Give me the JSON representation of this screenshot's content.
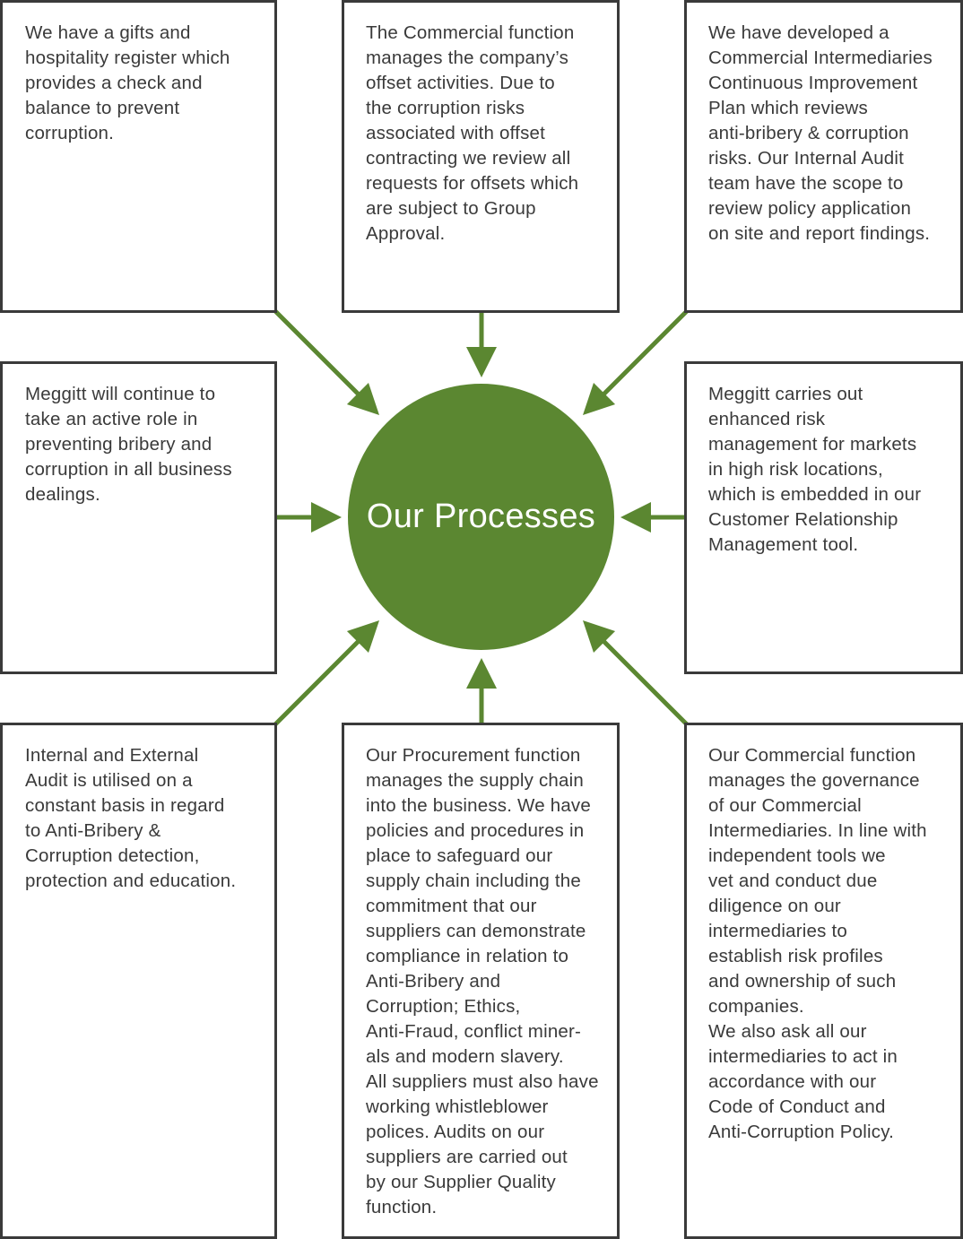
{
  "colors": {
    "accent": "#5b8731",
    "border": "#3a3a3a",
    "text": "#3a3a3a",
    "label": "#ffffff"
  },
  "center": {
    "label": "Our Processes"
  },
  "boxes": {
    "top_left": "We have a gifts and\nhospitality register which\nprovides a check and\nbalance to prevent\ncorruption.",
    "top_center": "The Commercial function\nmanages the company’s\noffset activities.  Due to\nthe corruption risks\nassociated with offset\ncontracting we review all\nrequests for offsets which\nare subject to Group\nApproval.",
    "top_right": "We have developed a\nCommercial Intermediaries\nContinuous Improvement\nPlan which reviews\nanti-bribery & corruption\nrisks.  Our Internal Audit\nteam have the scope to\nreview policy application\non site and report findings.",
    "middle_left": "Meggitt will continue to\ntake an active role in\npreventing bribery and\ncorruption in all business\ndealings.",
    "middle_right": "Meggitt carries out\nenhanced risk\nmanagement for markets\nin high risk locations,\nwhich is embedded in our\nCustomer Relationship\nManagement tool.",
    "bottom_left": "Internal and External\nAudit is utilised on a\nconstant basis in regard\nto Anti-Bribery &\nCorruption detection,\nprotection and education.",
    "bottom_center": "Our Procurement function\nmanages the supply chain\ninto the business.  We have\npolicies and procedures in\nplace to safeguard our\nsupply chain including the\ncommitment that our\nsuppliers can demonstrate\ncompliance in relation to\nAnti-Bribery and\nCorruption; Ethics,\nAnti-Fraud, conflict miner-\nals and modern slavery.\nAll suppliers must also have\nworking whistleblower\npolices.  Audits on our\nsuppliers are carried out\nby our Supplier Quality\nfunction.",
    "bottom_right": "Our Commercial function\nmanages the governance\nof our Commercial\nIntermediaries. In line with\nindependent tools we\nvet and conduct due\ndiligence on our\nintermediaries to\nestablish risk profiles\nand ownership of such\ncompanies.\nWe also ask all our\nintermediaries to act in\naccordance with our\nCode of Conduct and\nAnti-Corruption Policy."
  }
}
